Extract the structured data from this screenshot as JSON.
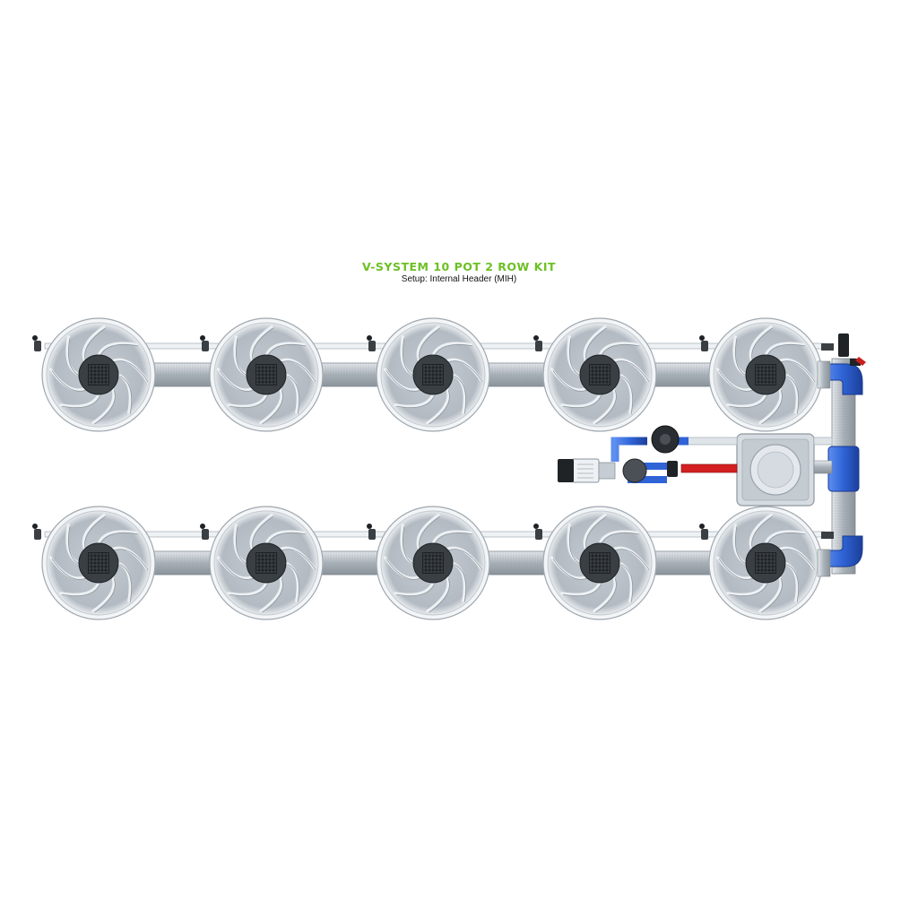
{
  "title": "V-SYSTEM 10 POT 2 ROW KIT",
  "subtitle": "Setup: Internal Header (MIH)",
  "colors": {
    "title": "#6cc024",
    "pot_rim": "#c9d0d8",
    "pot_body": "#b9c0c8",
    "pot_core": "#2b2f33",
    "pipe": "#aeb6bd",
    "fitting_blue": "#2f63d6",
    "hose_red": "#d42020",
    "tank": "#d3d9de"
  },
  "icons": [
    "pot-icon",
    "pump-icon",
    "filter-icon",
    "tank-icon",
    "valve-icon"
  ],
  "layout_meta": {
    "rows": 2,
    "pots_per_row": 5
  }
}
